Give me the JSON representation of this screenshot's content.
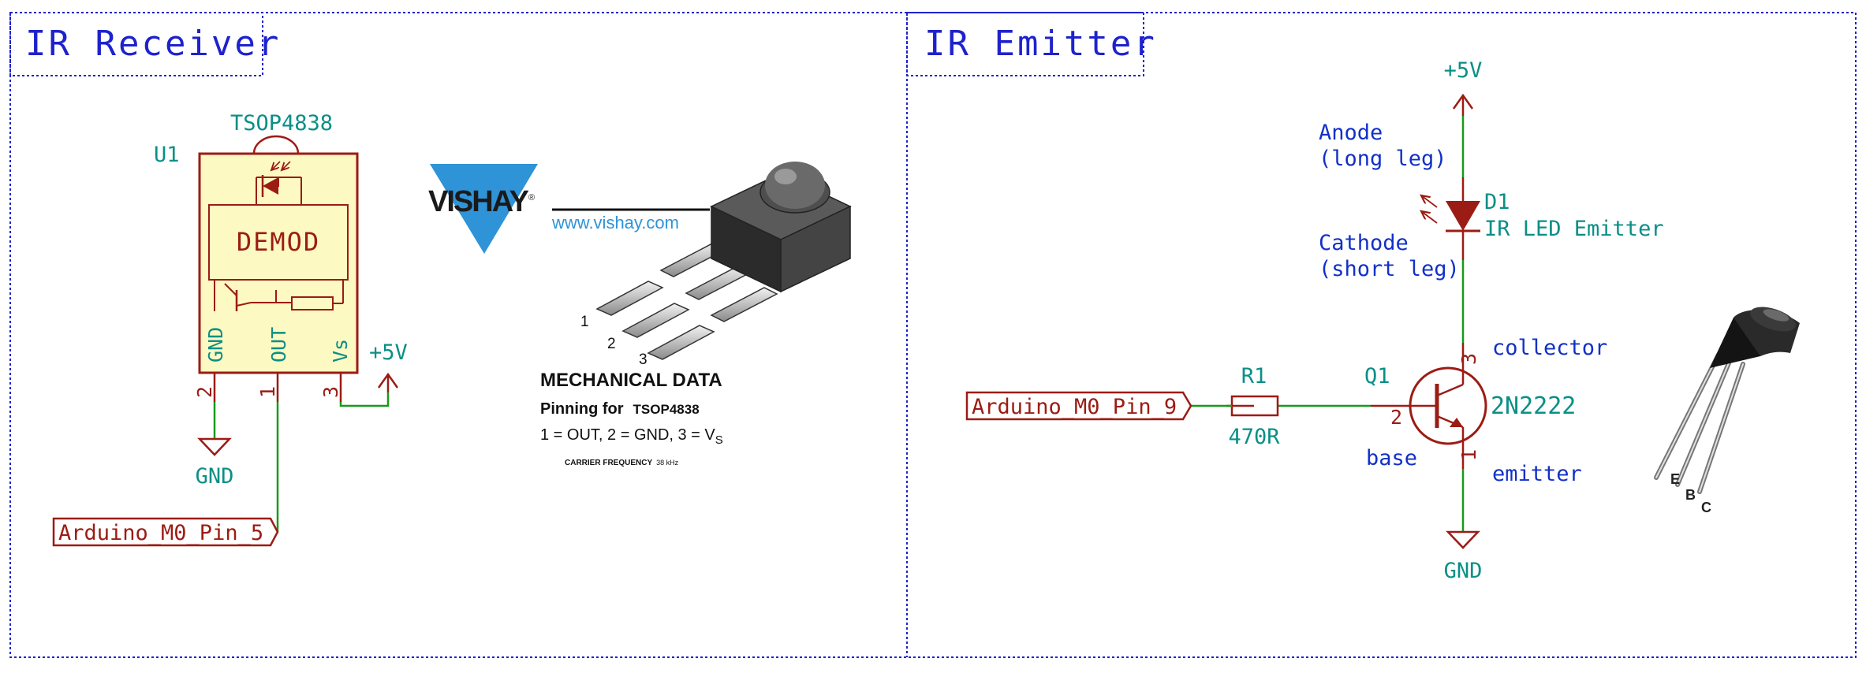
{
  "colors": {
    "frame": "#1e22cc",
    "wire": "#199a19",
    "part": "#9b1c14",
    "part_fill": "#fdf9c3",
    "field": "#0a8f86",
    "note": "#1230c8",
    "vishay_blue": "#2f93d8"
  },
  "receiver": {
    "section_title": "IR Receiver",
    "ref": "U1",
    "value": "TSOP4838",
    "block_label": "DEMOD",
    "pin_names": {
      "gnd": "GND",
      "out": "OUT",
      "vs": "Vs"
    },
    "pin_numbers": {
      "gnd": "2",
      "out": "1",
      "vs": "3"
    },
    "power_label": "+5V",
    "ground_label": "GND",
    "net_label": "Arduino_M0_Pin_5",
    "datasheet": {
      "brand": "VISHAY",
      "registered": "®",
      "url": "www.vishay.com",
      "pin_labels": [
        "1",
        "2",
        "3"
      ],
      "heading": "MECHANICAL DATA",
      "pinning_prefix": "Pinning for",
      "pinning_part": "TSOP4838",
      "pin_mapping": "1 = OUT, 2 = GND, 3 = V",
      "pin_mapping_sub": "S",
      "carrier_label": "CARRIER FREQUENCY",
      "carrier_value": "38 kHz"
    }
  },
  "emitter": {
    "section_title": "IR Emitter",
    "power_label": "+5V",
    "led_ref": "D1",
    "led_value": "IR LED Emitter",
    "anode_note_line1": "Anode",
    "anode_note_line2": "(long leg)",
    "cathode_note_line1": "Cathode",
    "cathode_note_line2": "(short leg)",
    "resistor_ref": "R1",
    "resistor_value": "470R",
    "transistor_ref": "Q1",
    "transistor_value": "2N2222",
    "pin_numbers": {
      "collector": "3",
      "base": "2",
      "emitter": "1"
    },
    "collector_note": "collector",
    "base_note": "base",
    "emitter_note": "emitter",
    "ground_label": "GND",
    "net_label": "Arduino_M0_Pin_9",
    "package_leads": [
      "E",
      "B",
      "C"
    ]
  }
}
